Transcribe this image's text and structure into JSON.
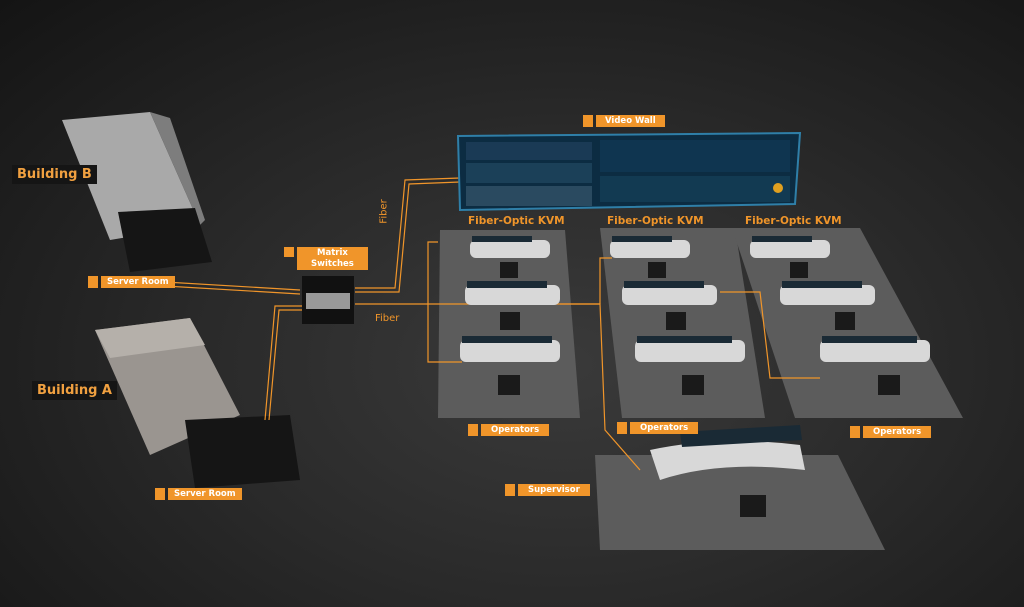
{
  "labels": {
    "building_b": "Building B",
    "building_a": "Building A",
    "server_room_b": "Server Room",
    "server_room_a": "Server Room",
    "matrix_switches_line1": "Matrix",
    "matrix_switches_line2": "Switches",
    "fiber_vertical": "Fiber",
    "fiber_horizontal": "Fiber",
    "video_wall": "Video Wall",
    "kvm_1": "Fiber-Optic KVM",
    "kvm_2": "Fiber-Optic KVM",
    "kvm_3": "Fiber-Optic KVM",
    "operators_1": "Operators",
    "operators_2": "Operators",
    "operators_3": "Operators",
    "supervisor": "Supervisor"
  },
  "colors": {
    "accent": "#f0952a",
    "background": "#1d1d1d",
    "floor": "#5a5a5a",
    "screen": "#0e3a55"
  }
}
